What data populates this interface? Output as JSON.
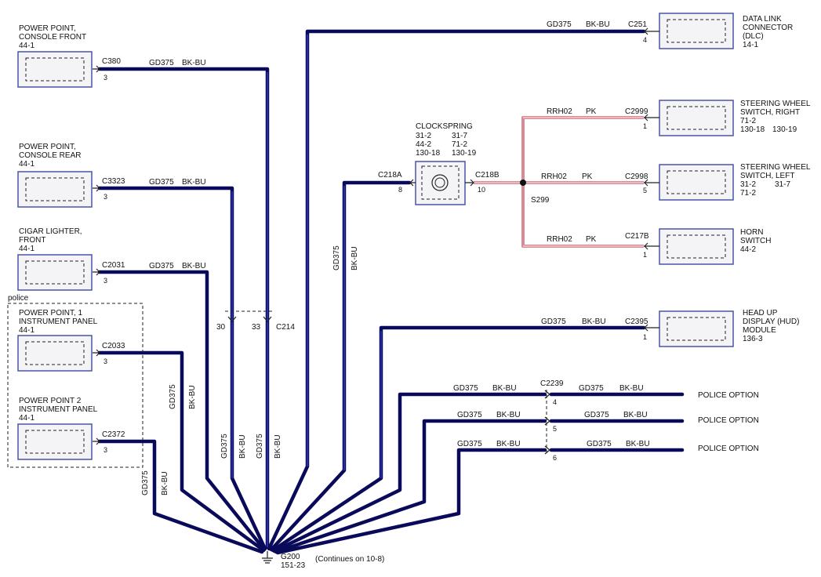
{
  "wire": {
    "gd": "GD375",
    "bkbu": "BK-BU",
    "rrh": "RRH02",
    "pk": "PK"
  },
  "left_components": [
    {
      "name_line1": "POWER POINT,",
      "name_line2": "CONSOLE FRONT",
      "ref": "44-1",
      "connector": "C380",
      "pin": "3"
    },
    {
      "name_line1": "POWER POINT,",
      "name_line2": "CONSOLE REAR",
      "ref": "44-1",
      "connector": "C3323",
      "pin": "3"
    },
    {
      "name_line1": "CIGAR LIGHTER,",
      "name_line2": "FRONT",
      "ref": "44-1",
      "connector": "C2031",
      "pin": "3"
    },
    {
      "name_line1": "POWER POINT, 1",
      "name_line2": "INSTRUMENT PANEL",
      "ref": "44-1",
      "connector": "C2033",
      "pin": "3"
    },
    {
      "name_line1": "POWER POINT 2",
      "name_line2": "INSTRUMENT PANEL",
      "ref": "44-1",
      "connector": "C2372",
      "pin": "3"
    }
  ],
  "police_group_label": "police",
  "c214": {
    "connector": "C214",
    "pin_a": "30",
    "pin_b": "33"
  },
  "ground": {
    "id": "G200",
    "ref": "151-23",
    "note": "(Continues on 10-8)"
  },
  "dlc": {
    "line1": "DATA LINK",
    "line2": "CONNECTOR",
    "line3": "(DLC)",
    "ref": "14-1",
    "connector": "C251",
    "pin": "4"
  },
  "clockspring": {
    "title": "CLOCKSPRING",
    "refs": [
      "31-2",
      "31-7",
      "44-2",
      "71-2",
      "130-18",
      "130-19"
    ],
    "left_connector": "C218A",
    "left_pin": "8",
    "right_connector": "C218B",
    "right_pin": "10",
    "splice": "S299"
  },
  "sw_right": {
    "line1": "STEERING WHEEL",
    "line2": "SWITCH, RIGHT",
    "refs": [
      "71-2",
      "130-18",
      "130-19"
    ],
    "connector": "C2999",
    "pin": "1"
  },
  "sw_left": {
    "line1": "STEERING WHEEL",
    "line2": "SWITCH, LEFT",
    "refs": [
      "31-2",
      "31-7",
      "71-2"
    ],
    "connector": "C2998",
    "pin": "5"
  },
  "horn": {
    "line1": "HORN",
    "line2": "SWITCH",
    "ref": "44-2",
    "connector": "C217B",
    "pin": "1"
  },
  "hud": {
    "line1": "HEAD UP",
    "line2": "DISPLAY (HUD)",
    "line3": "MODULE",
    "ref": "136-3",
    "connector": "C2395",
    "pin": "1"
  },
  "police_options": {
    "connector": "C2239",
    "label": "POLICE OPTION",
    "pins": [
      "4",
      "5",
      "6"
    ]
  }
}
